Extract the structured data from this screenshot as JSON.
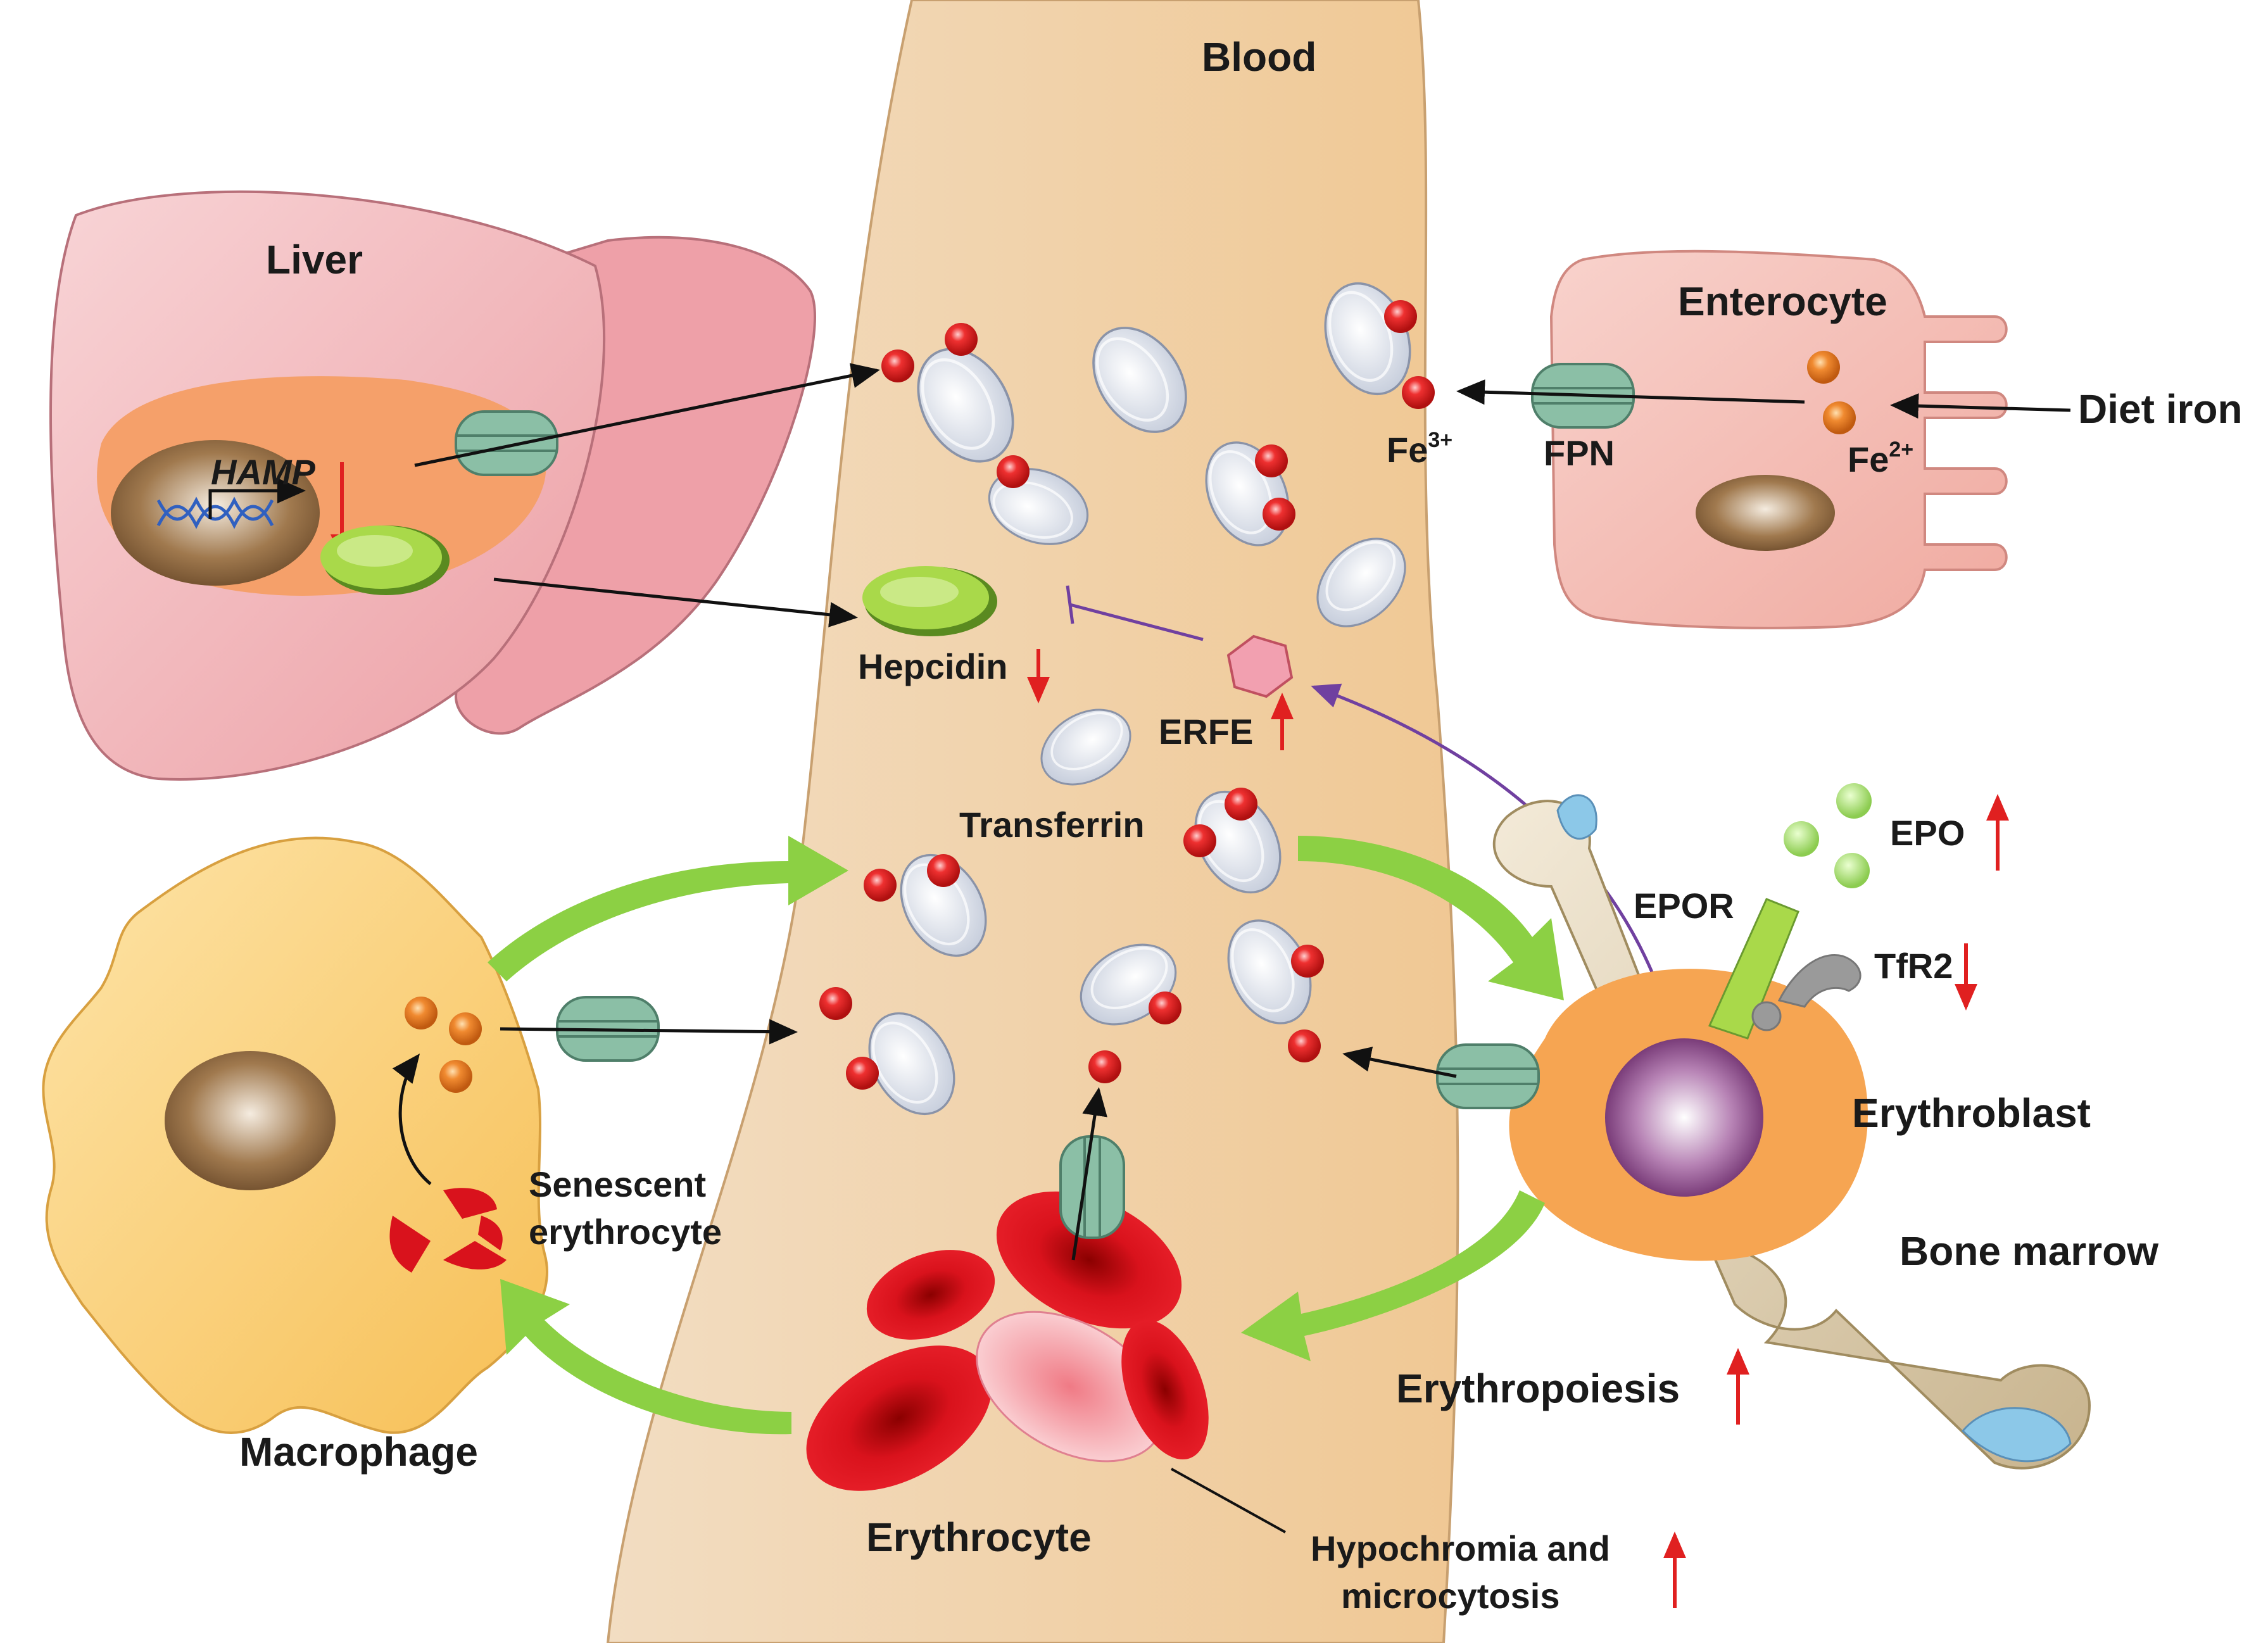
{
  "labels": {
    "blood": "Blood",
    "liver": "Liver",
    "hamp": "HAMP",
    "enterocyte": "Enterocyte",
    "fpn": "FPN",
    "fe3": "Fe",
    "fe3_charge": "3+",
    "fe2": "Fe",
    "fe2_charge": "2+",
    "diet_iron": "Diet iron",
    "hepcidin": "Hepcidin",
    "erfe": "ERFE",
    "transferrin": "Transferrin",
    "epo": "EPO",
    "epor": "EPOR",
    "tfr2": "TfR2",
    "erythroblast": "Erythroblast",
    "bone_marrow": "Bone marrow",
    "erythropoiesis": "Erythropoiesis",
    "senescent_line1": "Senescent",
    "senescent_line2": "erythrocyte",
    "macrophage": "Macrophage",
    "erythrocyte": "Erythrocyte",
    "hypochromia_line1": "Hypochromia and",
    "hypochromia_line2": "microcytosis"
  },
  "colors": {
    "blood_vessel": "#f4d7b3",
    "liver": "#f2b9bd",
    "liver_inner": "#f5a06a",
    "enterocyte": "#f6c4bd",
    "macrophage": "#fbd17c",
    "erythroblast": "#f6a552",
    "iron_red": "#e8222a",
    "iron_orange": "#f07f25",
    "hepcidin_green": "#a9d94a",
    "fpn_teal": "#8bbfa6",
    "transferrin": "#dde3ee",
    "erythrocyte": "#d9121c",
    "up_down_arrow": "#e02020",
    "flow_arrow_green": "#8cd044",
    "inhibition_purple": "#7040a0"
  },
  "icons": [
    "dna-icon",
    "transferrin-icon",
    "iron-ion-icon",
    "fpn-channel-icon",
    "hepcidin-icon",
    "erfe-hexagon-icon",
    "epo-icon",
    "epor-receptor-icon",
    "tfr2-receptor-icon",
    "bone-icon",
    "erythrocyte-icon",
    "senescent-erythrocyte-icon",
    "nucleus-icon"
  ]
}
